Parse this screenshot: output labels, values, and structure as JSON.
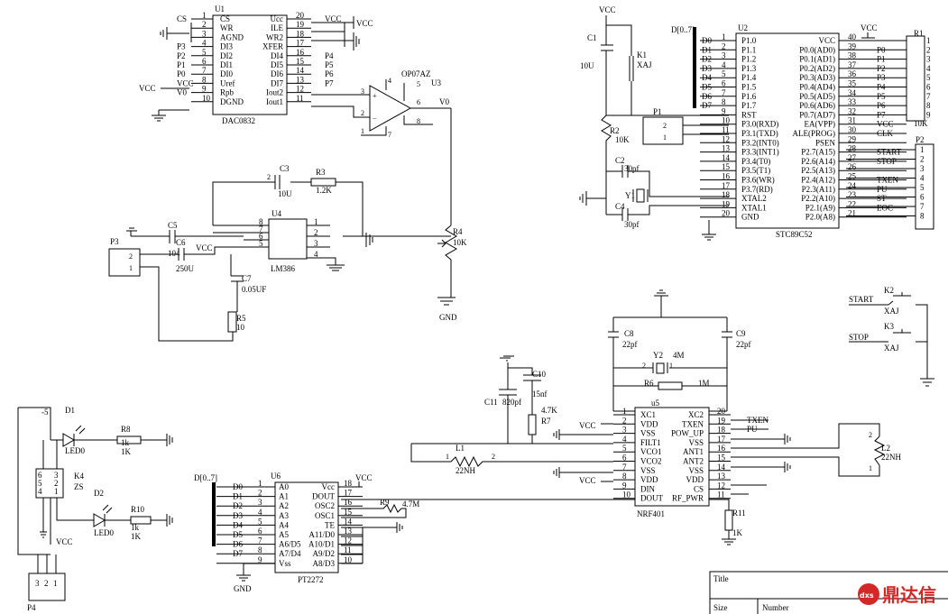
{
  "dac": {
    "ref": "U1",
    "name": "DAC0832",
    "left_pins": [
      {
        "num": "1",
        "name": "CS",
        "net": "CS"
      },
      {
        "num": "2",
        "name": "WR",
        "net": ""
      },
      {
        "num": "3",
        "name": "AGND",
        "net": ""
      },
      {
        "num": "4",
        "name": "DI3",
        "net": "P3"
      },
      {
        "num": "5",
        "name": "DI2",
        "net": "P2"
      },
      {
        "num": "6",
        "name": "DI1",
        "net": "P1"
      },
      {
        "num": "7",
        "name": "DI0",
        "net": "P0"
      },
      {
        "num": "8",
        "name": "Uref",
        "net": "VCC"
      },
      {
        "num": "9",
        "name": "Rpb",
        "net": "V0"
      },
      {
        "num": "10",
        "name": "DGND",
        "net": ""
      }
    ],
    "right_pins": [
      {
        "num": "20",
        "name": "Ucc",
        "net": "VCC"
      },
      {
        "num": "19",
        "name": "ILE",
        "net": ""
      },
      {
        "num": "18",
        "name": "WR2",
        "net": ""
      },
      {
        "num": "17",
        "name": "XFER",
        "net": ""
      },
      {
        "num": "16",
        "name": "DI4",
        "net": "P4"
      },
      {
        "num": "15",
        "name": "DI5",
        "net": "P5"
      },
      {
        "num": "14",
        "name": "DI6",
        "net": "P6"
      },
      {
        "num": "13",
        "name": "DI7",
        "net": "P7"
      },
      {
        "num": "12",
        "name": "Iout2",
        "net": ""
      },
      {
        "num": "11",
        "name": "Iout1",
        "net": ""
      }
    ]
  },
  "opamp": {
    "ref": "U3",
    "name": "OP07AZ",
    "out_net": "V0",
    "pins": [
      "3",
      "2",
      "6",
      "4",
      "7",
      "5",
      "1",
      "8"
    ]
  },
  "lm386": {
    "ref": "U4",
    "name": "LM386",
    "left_pins": [
      "8",
      "7",
      "6",
      "5"
    ],
    "right_pins": [
      "1",
      "2",
      "3",
      "4"
    ],
    "c3": {
      "ref": "C3",
      "value": "10U",
      "pin": "2"
    },
    "r3": {
      "ref": "R3",
      "value": "1.2K"
    },
    "c5": {
      "ref": "C5",
      "value": "104"
    },
    "c6": {
      "ref": "C6",
      "value": "250U"
    },
    "c7": {
      "ref": "C7",
      "value": "0.05UF"
    },
    "r5": {
      "ref": "R5",
      "value": "10"
    },
    "vcc": "VCC"
  },
  "p3": {
    "ref": "P3",
    "pins": [
      "1",
      "2"
    ]
  },
  "r4": {
    "ref": "R4",
    "value": "10K",
    "gnd": "GND"
  },
  "mcu": {
    "ref": "U2",
    "name": "STC89C52",
    "bus_label": "D[0..7]",
    "left_pins": [
      {
        "num": "1",
        "name": "P1.0",
        "net": "D0"
      },
      {
        "num": "2",
        "name": "P1.1",
        "net": "D1"
      },
      {
        "num": "3",
        "name": "P1.2",
        "net": "D2"
      },
      {
        "num": "4",
        "name": "P1.3",
        "net": "D3"
      },
      {
        "num": "5",
        "name": "P1.4",
        "net": "D4"
      },
      {
        "num": "6",
        "name": "P1.5",
        "net": "D5"
      },
      {
        "num": "7",
        "name": "P1.6",
        "net": "D6"
      },
      {
        "num": "8",
        "name": "P1.7",
        "net": "D7"
      },
      {
        "num": "9",
        "name": "RST",
        "net": ""
      },
      {
        "num": "10",
        "name": "P3.0(RXD)",
        "net": ""
      },
      {
        "num": "11",
        "name": "P3.1(TXD)",
        "net": ""
      },
      {
        "num": "12",
        "name": "P3.2(INT0)",
        "net": ""
      },
      {
        "num": "13",
        "name": "P3.3(INT1)",
        "net": ""
      },
      {
        "num": "14",
        "name": "P3.4(T0)",
        "net": ""
      },
      {
        "num": "15",
        "name": "P3.5(T1)",
        "net": ""
      },
      {
        "num": "16",
        "name": "P3.6(WR)",
        "net": ""
      },
      {
        "num": "17",
        "name": "P3.7(RD)",
        "net": ""
      },
      {
        "num": "18",
        "name": "XTAL2",
        "net": ""
      },
      {
        "num": "19",
        "name": "XTAL1",
        "net": ""
      },
      {
        "num": "20",
        "name": "GND",
        "net": ""
      }
    ],
    "right_pins": [
      {
        "num": "40",
        "name": "VCC",
        "net": ""
      },
      {
        "num": "39",
        "name": "P0.0(AD0)",
        "net": "P0"
      },
      {
        "num": "38",
        "name": "P0.1(AD1)",
        "net": "P1"
      },
      {
        "num": "37",
        "name": "P0.2(AD2)",
        "net": "P2"
      },
      {
        "num": "36",
        "name": "P0.3(AD3)",
        "net": "P3"
      },
      {
        "num": "35",
        "name": "P0.4(AD4)",
        "net": "P4"
      },
      {
        "num": "34",
        "name": "P0.5(AD5)",
        "net": "P5"
      },
      {
        "num": "33",
        "name": "P0.6(AD6)",
        "net": "P6"
      },
      {
        "num": "32",
        "name": "P0.7(AD7)",
        "net": "P7"
      },
      {
        "num": "31",
        "name": "EA(VPP)",
        "net": "VCC"
      },
      {
        "num": "30",
        "name": "ALE(PROG)",
        "net": "CLK"
      },
      {
        "num": "29",
        "name": "PSEN",
        "net": ""
      },
      {
        "num": "28",
        "name": "P2.7(A15)",
        "net": "START"
      },
      {
        "num": "27",
        "name": "P2.6(A14)",
        "net": "STOP"
      },
      {
        "num": "26",
        "name": "P2.5(A13)",
        "net": ""
      },
      {
        "num": "25",
        "name": "P2.4(A12)",
        "net": "TXEN"
      },
      {
        "num": "24",
        "name": "P2.3(A11)",
        "net": "PU"
      },
      {
        "num": "23",
        "name": "P2.2(A10)",
        "net": "ST"
      },
      {
        "num": "22",
        "name": "P2.1(A9)",
        "net": "EOC"
      },
      {
        "num": "21",
        "name": "P2.0(A8)",
        "net": ""
      }
    ]
  },
  "reset": {
    "vcc": "VCC",
    "c1": {
      "ref": "C1",
      "value": "10U"
    },
    "k1": {
      "ref": "K1",
      "value": "XAJ"
    },
    "r2": {
      "ref": "R2",
      "value": "10K"
    },
    "p1": {
      "ref": "P1",
      "pins": [
        "2",
        "1"
      ]
    }
  },
  "crystal": {
    "c2": {
      "ref": "C2",
      "value": "30pf"
    },
    "c4": {
      "ref": "C4",
      "value": "30pf"
    },
    "y1": {
      "ref": "Y1"
    }
  },
  "r1": {
    "ref": "R1",
    "value": "10K",
    "vcc": "VCC",
    "pins": [
      "1",
      "2",
      "3",
      "4",
      "5",
      "6",
      "7",
      "8",
      "9"
    ]
  },
  "p2": {
    "ref": "P2",
    "pins": [
      "1",
      "2",
      "3",
      "4",
      "5",
      "6",
      "7",
      "8"
    ]
  },
  "keys": [
    {
      "ref": "K2",
      "value": "XAJ",
      "net": "START"
    },
    {
      "ref": "K3",
      "value": "XAJ",
      "net": "STOP"
    }
  ],
  "nrf": {
    "ref": "u5",
    "name": "NRF401",
    "left_pins": [
      {
        "num": "1",
        "name": "XC1",
        "net": ""
      },
      {
        "num": "2",
        "name": "VDD",
        "net": "VCC"
      },
      {
        "num": "3",
        "name": "VSS",
        "net": ""
      },
      {
        "num": "4",
        "name": "FILT1",
        "net": ""
      },
      {
        "num": "5",
        "name": "VCO1",
        "net": ""
      },
      {
        "num": "6",
        "name": "VCO2",
        "net": ""
      },
      {
        "num": "7",
        "name": "VSS",
        "net": ""
      },
      {
        "num": "8",
        "name": "VDD",
        "net": "VCC"
      },
      {
        "num": "9",
        "name": "DIN",
        "net": ""
      },
      {
        "num": "10",
        "name": "DOUT",
        "net": ""
      }
    ],
    "right_pins": [
      {
        "num": "20",
        "name": "XC2",
        "net": ""
      },
      {
        "num": "19",
        "name": "TXEN",
        "net": "TXEN"
      },
      {
        "num": "18",
        "name": "POW_UP",
        "net": "PU"
      },
      {
        "num": "17",
        "name": "VSS",
        "net": ""
      },
      {
        "num": "16",
        "name": "ANT1",
        "net": ""
      },
      {
        "num": "15",
        "name": "ANT2",
        "net": ""
      },
      {
        "num": "14",
        "name": "VSS",
        "net": ""
      },
      {
        "num": "13",
        "name": "VDD",
        "net": ""
      },
      {
        "num": "12",
        "name": "CS",
        "net": "VCC CS"
      },
      {
        "num": "11",
        "name": "RF_PWR",
        "net": ""
      }
    ],
    "c8": {
      "ref": "C8",
      "value": "22pf"
    },
    "c9": {
      "ref": "C9",
      "value": "22pf"
    },
    "y2": {
      "ref": "Y2",
      "value": "4M",
      "pins": [
        "2",
        "1"
      ]
    },
    "r6": {
      "ref": "R6",
      "value": "1M"
    },
    "c10": {
      "ref": "C10",
      "value": "15nf"
    },
    "c11": {
      "ref": "C11",
      "value": "820pf"
    },
    "r7": {
      "ref": "R7",
      "value": "4.7K"
    },
    "l1": {
      "ref": "L1",
      "value": "22NH",
      "pins": [
        "1",
        "2"
      ]
    },
    "l2": {
      "ref": "L2",
      "value": "22NH",
      "pins": [
        "2",
        "1"
      ]
    },
    "r11": {
      "ref": "R11",
      "value": "1K"
    }
  },
  "pt2272": {
    "ref": "U6",
    "name": "PT2272",
    "bus_label": "D[0..7]",
    "vcc": "VCC",
    "gnd": "GND",
    "left_pins": [
      {
        "num": "1",
        "name": "A0",
        "net": "D0"
      },
      {
        "num": "2",
        "name": "A1",
        "net": "D1"
      },
      {
        "num": "3",
        "name": "A2",
        "net": "D2"
      },
      {
        "num": "4",
        "name": "A3",
        "net": "D3"
      },
      {
        "num": "5",
        "name": "A4",
        "net": "D4"
      },
      {
        "num": "6",
        "name": "A5",
        "net": "D5"
      },
      {
        "num": "7",
        "name": "A6/D5",
        "net": "D6"
      },
      {
        "num": "8",
        "name": "A7/D4",
        "net": "D7"
      },
      {
        "num": "9",
        "name": "Vss",
        "net": ""
      }
    ],
    "right_pins": [
      {
        "num": "18",
        "name": "Vcc"
      },
      {
        "num": "17",
        "name": "DOUT"
      },
      {
        "num": "16",
        "name": "OSC2"
      },
      {
        "num": "15",
        "name": "OSC1"
      },
      {
        "num": "14",
        "name": "TE"
      },
      {
        "num": "13",
        "name": "A11/D0"
      },
      {
        "num": "12",
        "name": "A10/D1"
      },
      {
        "num": "11",
        "name": "A9/D2"
      },
      {
        "num": "10",
        "name": "A8/D3"
      }
    ],
    "r9": {
      "ref": "R9",
      "value": "4.7M"
    }
  },
  "leds": [
    {
      "ref": "D1",
      "name": "LED0",
      "res_ref": "R8",
      "res_val": "1k",
      "res_val2": "1K"
    },
    {
      "ref": "D2",
      "name": "LED0",
      "res_ref": "R10",
      "res_val": "1k",
      "res_val2": "1K"
    }
  ],
  "k4": {
    "ref": "K4",
    "name": "ZS",
    "pins_left": [
      "6",
      "5",
      "4"
    ],
    "pins_right": [
      "3",
      "2",
      "1"
    ],
    "neg": "-5",
    "vcc": "VCC"
  },
  "p4": {
    "ref": "P4",
    "pins": [
      "3",
      "2",
      "1"
    ]
  },
  "titleblock": {
    "title": "Title",
    "size": "Size",
    "number": "Number"
  },
  "watermark": {
    "text": "鼎达信",
    "mark": "dxs"
  }
}
